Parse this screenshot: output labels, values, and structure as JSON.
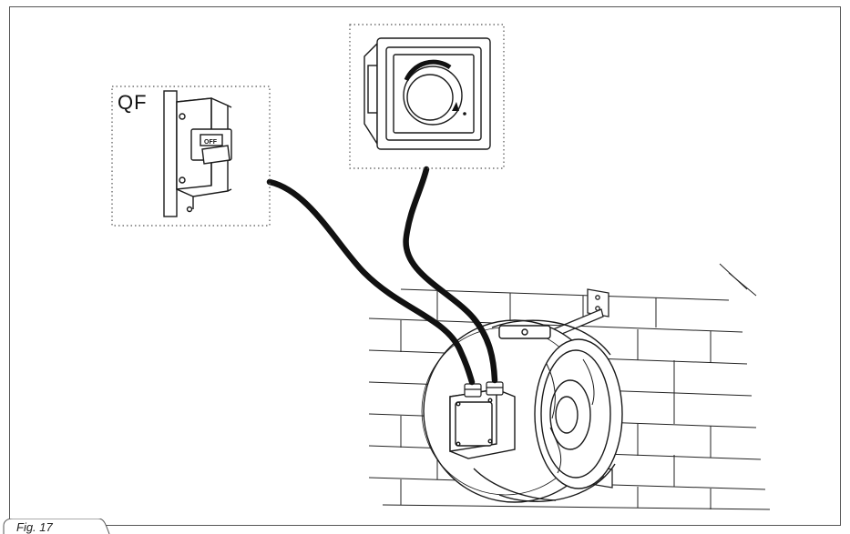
{
  "figure": {
    "caption": "Fig. 17",
    "breaker_label": "QF",
    "breaker_switch_text": "OFF"
  },
  "colors": {
    "line": "#1a1a1a",
    "frame": "#555555",
    "background": "#ffffff"
  }
}
